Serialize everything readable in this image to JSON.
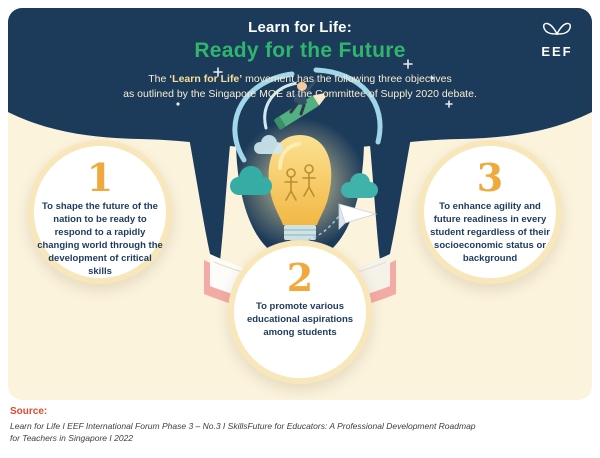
{
  "header": {
    "title_line1": "Learn for Life:",
    "title_line2": "Ready for the Future",
    "subtitle_prefix": "The ",
    "subtitle_bold": "‘Learn for Life’",
    "subtitle_rest": " movement has the following three objectives",
    "subtitle_line2": "as outlined by the Singapore MOE at the Committee of Supply 2020 debate.",
    "logo_text": "EEF"
  },
  "objectives": [
    {
      "number": "1",
      "text": "To shape the future of the nation to be ready to respond to a rapidly changing world through the development of critical skills"
    },
    {
      "number": "2",
      "text": "To promote various educational aspirations among students"
    },
    {
      "number": "3",
      "text": "To enhance agility and future readiness in every student regardless of their socioeconomic status or background"
    }
  ],
  "source": {
    "label": "Source:",
    "line1": "Learn for Life I EEF International Forum Phase 3 – No.3 I SkillsFuture for Educators: A Professional Development Roadmap",
    "line2": "for Teachers in Singapore I 2022"
  },
  "colors": {
    "navy": "#1C3B5A",
    "green": "#2FB56E",
    "yellow": "#F0A93C",
    "cream": "#FBF3DC",
    "teal": "#35ADA4",
    "source_red": "#E04A2E"
  }
}
